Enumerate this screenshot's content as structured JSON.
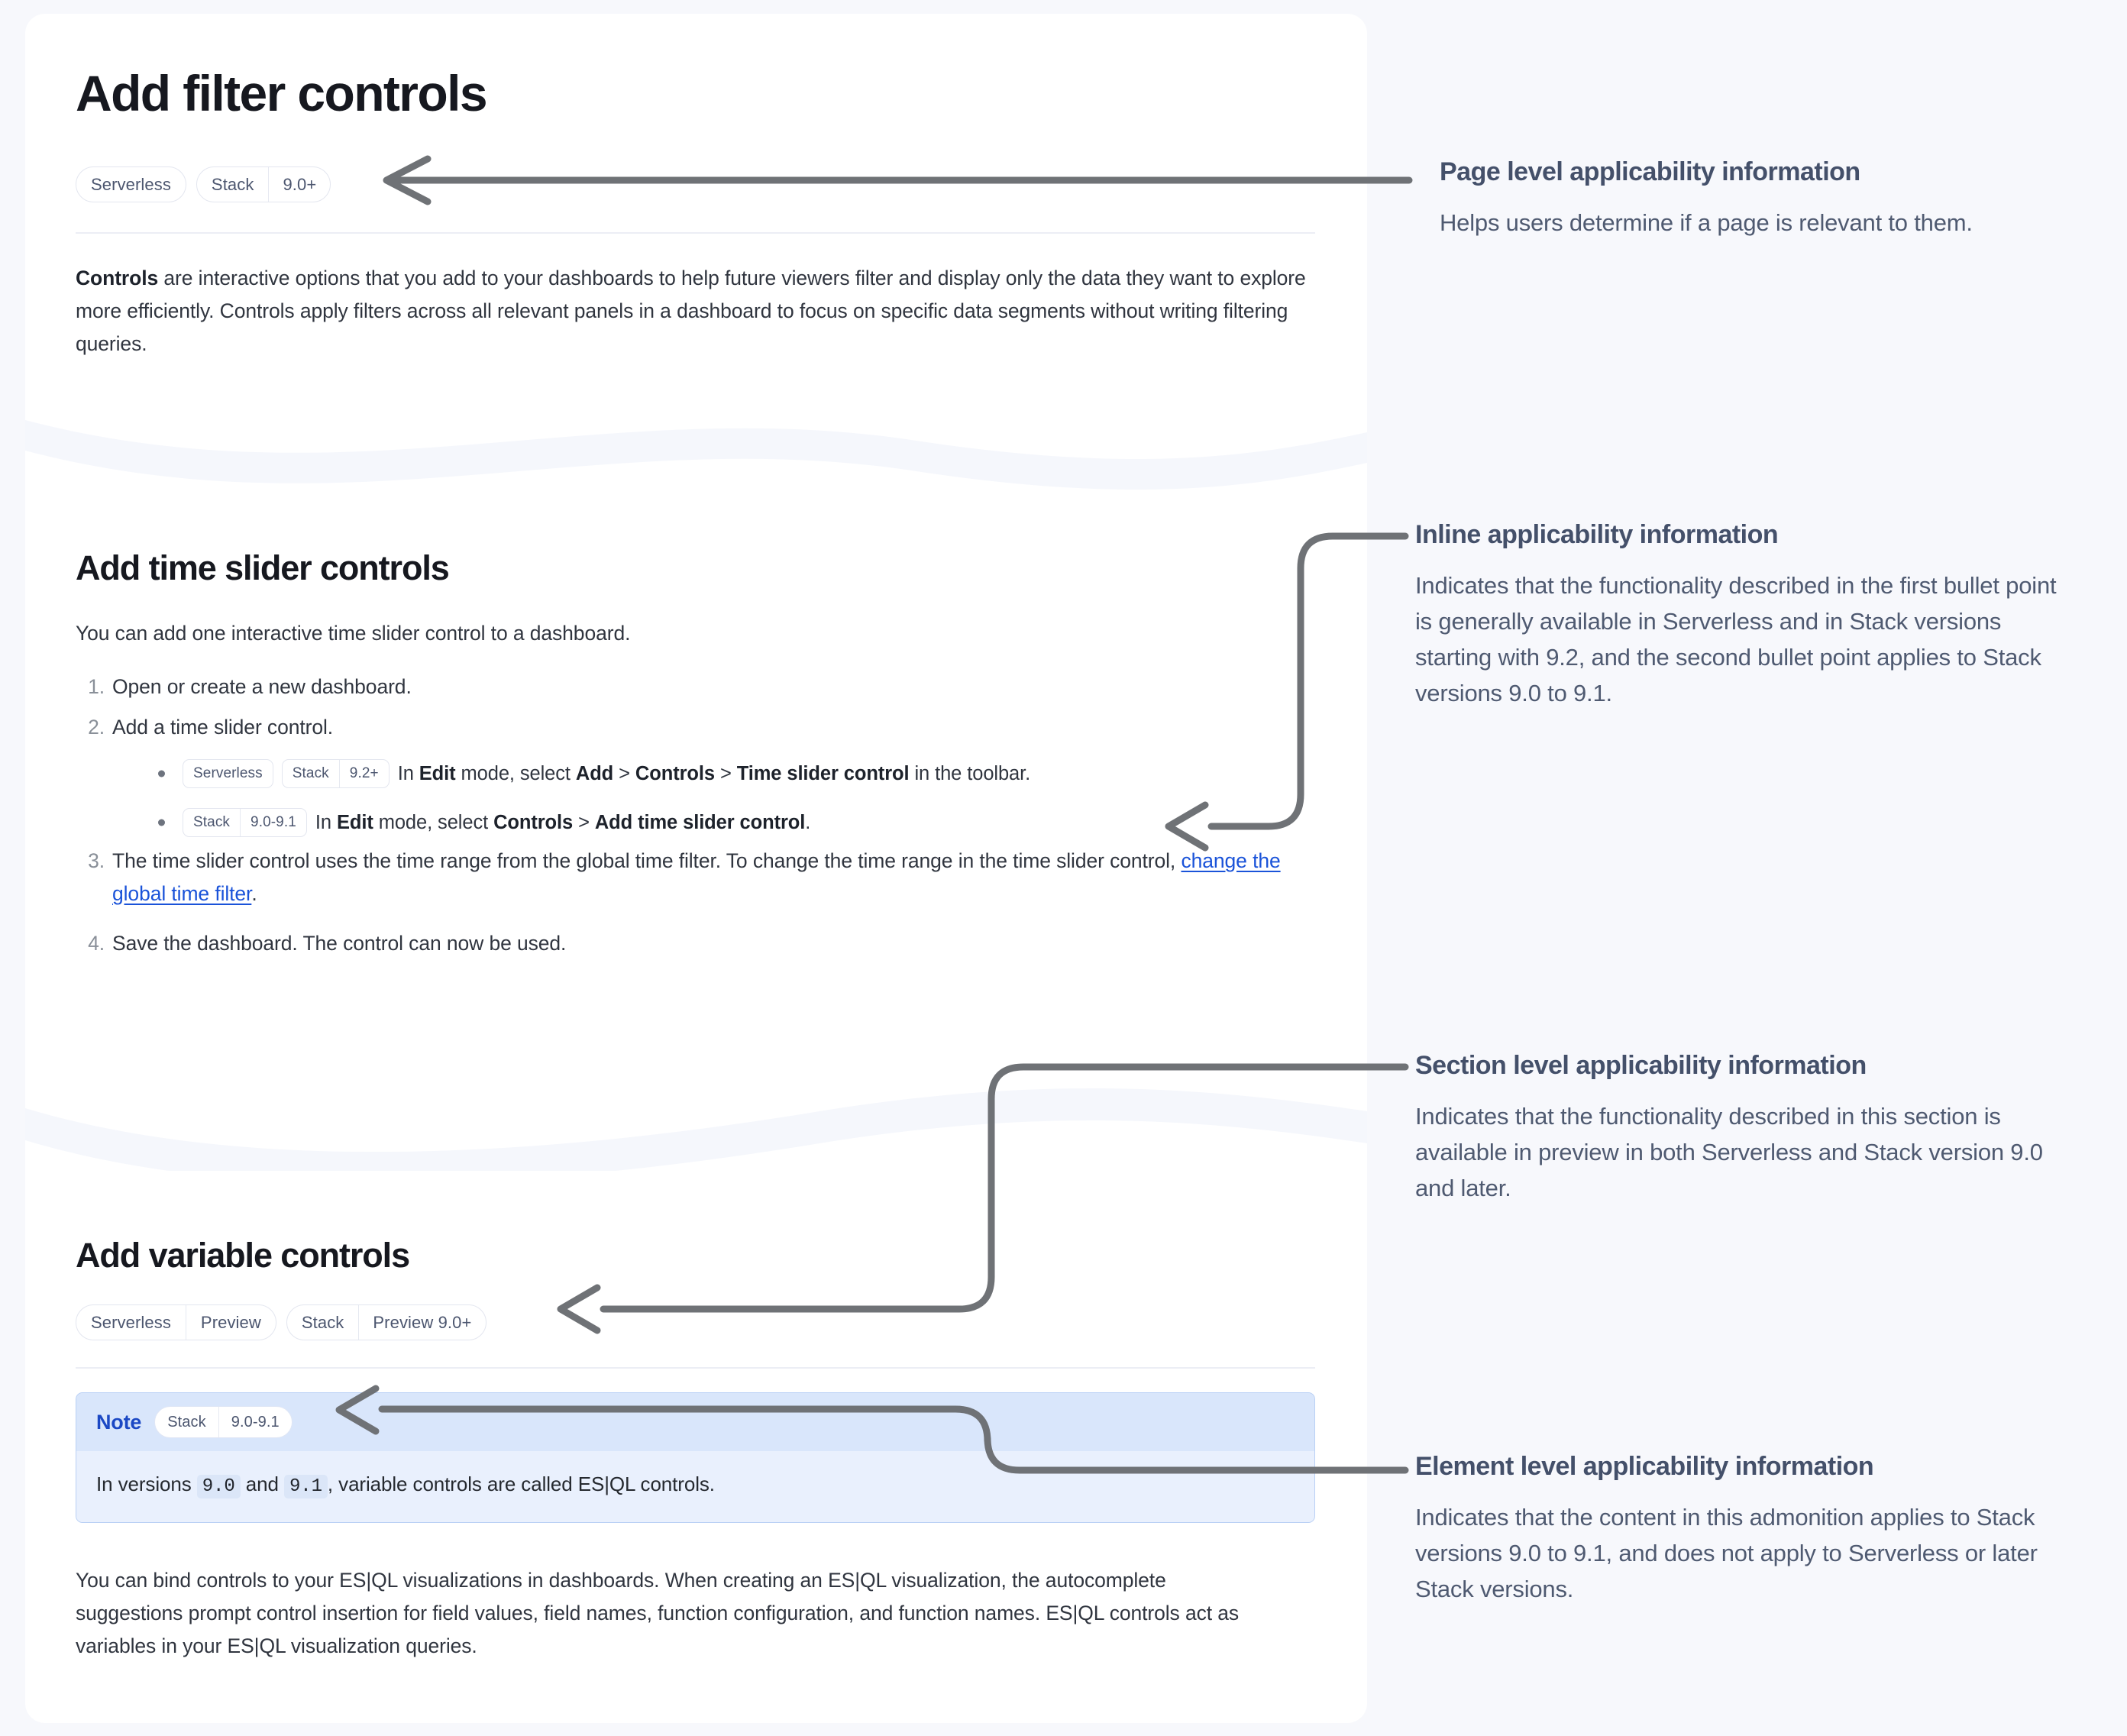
{
  "page": {
    "title": "Add filter controls",
    "page_badges": [
      {
        "segments": [
          "Serverless"
        ]
      },
      {
        "segments": [
          "Stack",
          "9.0+"
        ]
      }
    ],
    "intro": {
      "lead": "Controls",
      "rest": " are interactive options that you add to your dashboards to help future viewers filter and display only the data they want to explore more efficiently. Controls apply filters across all relevant panels in a dashboard to focus on specific data segments without writing filtering queries."
    }
  },
  "time_slider_section": {
    "heading": "Add time slider controls",
    "intro": "You can add one interactive time slider control to a dashboard.",
    "steps": [
      {
        "num": "1.",
        "text": "Open or create a new dashboard."
      },
      {
        "num": "2.",
        "text": "Add a time slider control."
      },
      {
        "num": "3.",
        "text_before_link": "The time slider control uses the time range from the global time filter. To change the time range in the time slider control, ",
        "link": "change the global time filter",
        "text_after_link": "."
      },
      {
        "num": "4.",
        "text": "Save the dashboard. The control can now be used."
      }
    ],
    "bullets": [
      {
        "badges": [
          {
            "segments": [
              "Serverless"
            ]
          },
          {
            "segments": [
              "Stack",
              "9.2+"
            ]
          }
        ],
        "parts": [
          {
            "t": "In ",
            "b": false
          },
          {
            "t": "Edit",
            "b": true
          },
          {
            "t": " mode, select ",
            "b": false
          },
          {
            "t": "Add",
            "b": true
          },
          {
            "t": " > ",
            "b": false
          },
          {
            "t": "Controls",
            "b": true
          },
          {
            "t": " > ",
            "b": false
          },
          {
            "t": "Time slider control",
            "b": true
          },
          {
            "t": " in the toolbar.",
            "b": false
          }
        ]
      },
      {
        "badges": [
          {
            "segments": [
              "Stack",
              "9.0-9.1"
            ]
          }
        ],
        "parts": [
          {
            "t": "In ",
            "b": false
          },
          {
            "t": "Edit",
            "b": true
          },
          {
            "t": " mode, select ",
            "b": false
          },
          {
            "t": "Controls",
            "b": true
          },
          {
            "t": " > ",
            "b": false
          },
          {
            "t": "Add time slider control",
            "b": true
          },
          {
            "t": ".",
            "b": false
          }
        ]
      }
    ]
  },
  "variable_section": {
    "heading": "Add variable controls",
    "section_badges": [
      {
        "segments": [
          "Serverless",
          "Preview"
        ]
      },
      {
        "segments": [
          "Stack",
          "Preview 9.0+"
        ]
      }
    ],
    "note": {
      "label": "Note",
      "badge": {
        "segments": [
          "Stack",
          "9.0-9.1"
        ]
      },
      "parts": [
        {
          "t": "In versions ",
          "code": false
        },
        {
          "t": "9.0",
          "code": true
        },
        {
          "t": " and ",
          "code": false
        },
        {
          "t": "9.1",
          "code": true
        },
        {
          "t": ", variable controls are called ES|QL controls.",
          "code": false
        }
      ]
    },
    "paragraph": "You can bind controls to your ES|QL visualizations in dashboards. When creating an ES|QL visualization, the autocomplete suggestions prompt control insertion for field values, field names, function configuration, and function names. ES|QL controls act as variables in your ES|QL visualization queries."
  },
  "annotations": [
    {
      "title": "Page level applicability information",
      "body": "Helps users determine if a page is relevant to them."
    },
    {
      "title": "Inline applicability information",
      "body": "Indicates that the functionality described in the first bullet point is generally available in Serverless and in Stack versions starting with 9.2, and the second bullet point applies to Stack versions 9.0 to 9.1."
    },
    {
      "title": "Section level applicability information",
      "body": "Indicates that the functionality described in this section is available in preview in both Serverless and Stack version 9.0 and later."
    },
    {
      "title": "Element level applicability information",
      "body": "Indicates that the content in this admonition applies to Stack versions 9.0 to 9.1, and does not apply to Serverless or later Stack versions."
    }
  ],
  "colors": {
    "page_background": "#f7f8fc",
    "card_background": "#ffffff",
    "annotation_title": "#44506a",
    "annotation_body": "#4f5a71",
    "arrow": "#6f7276",
    "link": "#1a53d9",
    "note_border": "#b9d0f5",
    "note_header_bg": "#d9e6fb",
    "note_body_bg": "#e9f0fd",
    "note_label": "#1b48c4",
    "badge_border": "#e3e6ef",
    "badge_text": "#4c566f"
  }
}
